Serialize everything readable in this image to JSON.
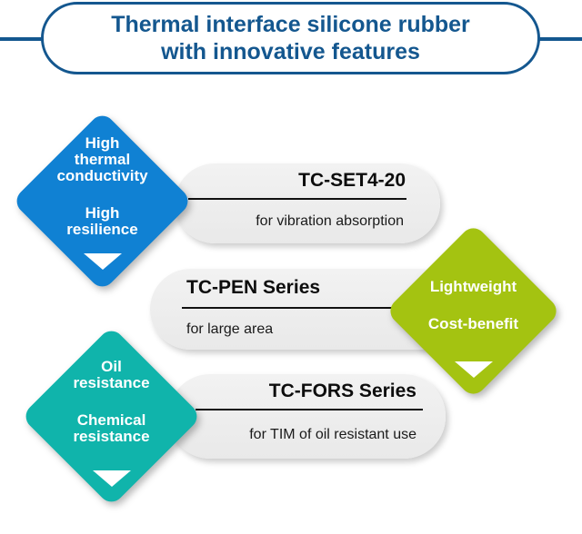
{
  "title": {
    "line1": "Thermal interface silicone rubber",
    "line2": "with innovative features"
  },
  "products": [
    {
      "name": "TC-SET4-20",
      "use": "for vibration absorption",
      "diamond": {
        "color": "#1081d3",
        "lines": [
          [
            "High",
            "thermal",
            "conductivity"
          ],
          [
            "High",
            "resilience"
          ]
        ]
      }
    },
    {
      "name": "TC-PEN Series",
      "use": "for large area",
      "diamond": {
        "color": "#a4c311",
        "lines": [
          [
            "Lightweight"
          ],
          [
            "Cost-benefit"
          ]
        ]
      }
    },
    {
      "name": "TC-FORS Series",
      "use": "for TIM of oil resistant use",
      "diamond": {
        "color": "#10b4ab",
        "lines": [
          [
            "Oil",
            "resistance"
          ],
          [
            "Chemical",
            "resistance"
          ]
        ]
      }
    }
  ],
  "icons": {
    "down_triangle": "▼"
  },
  "colors": {
    "primary_blue": "#14578f",
    "diamond_blue": "#1081d3",
    "diamond_green": "#a4c311",
    "diamond_teal": "#10b4ab",
    "pill_background": "#ededed",
    "separator": "#111111"
  }
}
